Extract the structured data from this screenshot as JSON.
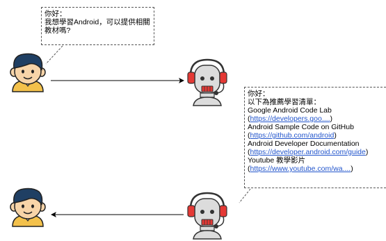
{
  "colors": {
    "skin": "#f7d4a8",
    "hair": "#1f3f63",
    "shirt": "#f3c14b",
    "robot_body": "#dcdcdc",
    "robot_dark": "#333333",
    "headset": "#e53935",
    "link": "#2255cc",
    "arrow": "#000000"
  },
  "icons": {
    "user": "user-avatar-icon",
    "robot": "robot-assistant-icon",
    "arrow_right": "arrow-right-icon",
    "arrow_left": "arrow-left-icon"
  },
  "user_message": {
    "line1": "你好：",
    "line2": "我想學習Android，可以提供相關",
    "line3": "教材嗎?"
  },
  "bot_reply": {
    "greeting": "你好：",
    "intro": "以下為推薦學習清單：",
    "items": [
      {
        "title": "Google Android Code Lab",
        "link": "https://developers.goo....",
        "open": "(",
        "close": ")"
      },
      {
        "title": "Android Sample Code on GitHub",
        "link": "https://github.com/android",
        "open": "(",
        "close": ")"
      },
      {
        "title": "Android Developer Documentation",
        "link": "https://developer.android.com/guide",
        "open": "(",
        "close": ")"
      },
      {
        "title": "Youtube 教學影片",
        "link": "https://www.youtube.com/wa....",
        "open": "(",
        "close": ")"
      }
    ]
  }
}
